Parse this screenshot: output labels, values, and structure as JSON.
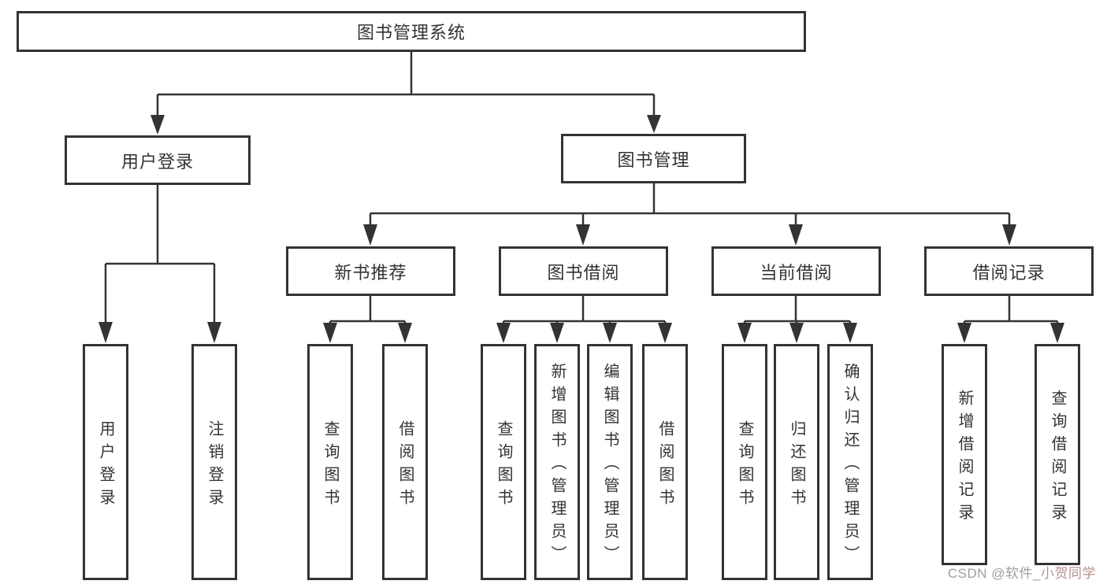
{
  "tree": {
    "root": {
      "label": "图书管理系统"
    },
    "branches": [
      {
        "label": "用户登录",
        "children": [
          {
            "label": "用户登录"
          },
          {
            "label": "注销登录"
          }
        ]
      },
      {
        "label": "图书管理",
        "children": [
          {
            "label": "新书推荐",
            "children": [
              {
                "label": "查询图书"
              },
              {
                "label": "借阅图书"
              }
            ]
          },
          {
            "label": "图书借阅",
            "children": [
              {
                "label": "查询图书"
              },
              {
                "label": "新增图书（管理员）"
              },
              {
                "label": "编辑图书（管理员）"
              },
              {
                "label": "借阅图书"
              }
            ]
          },
          {
            "label": "当前借阅",
            "children": [
              {
                "label": "查询图书"
              },
              {
                "label": "归还图书"
              },
              {
                "label": "确认归还（管理员）"
              }
            ]
          },
          {
            "label": "借阅记录",
            "children": [
              {
                "label": "新增借阅记录"
              },
              {
                "label": "查询借阅记录"
              }
            ]
          }
        ]
      }
    ]
  },
  "watermark": {
    "prefix": "CSDN @软件_",
    "accent": "小贺同学"
  },
  "colors": {
    "line": "#333333",
    "text": "#333333",
    "box_background": "#ffffff",
    "watermark_grey": "#a09e9c",
    "watermark_accent": "#b49090"
  }
}
